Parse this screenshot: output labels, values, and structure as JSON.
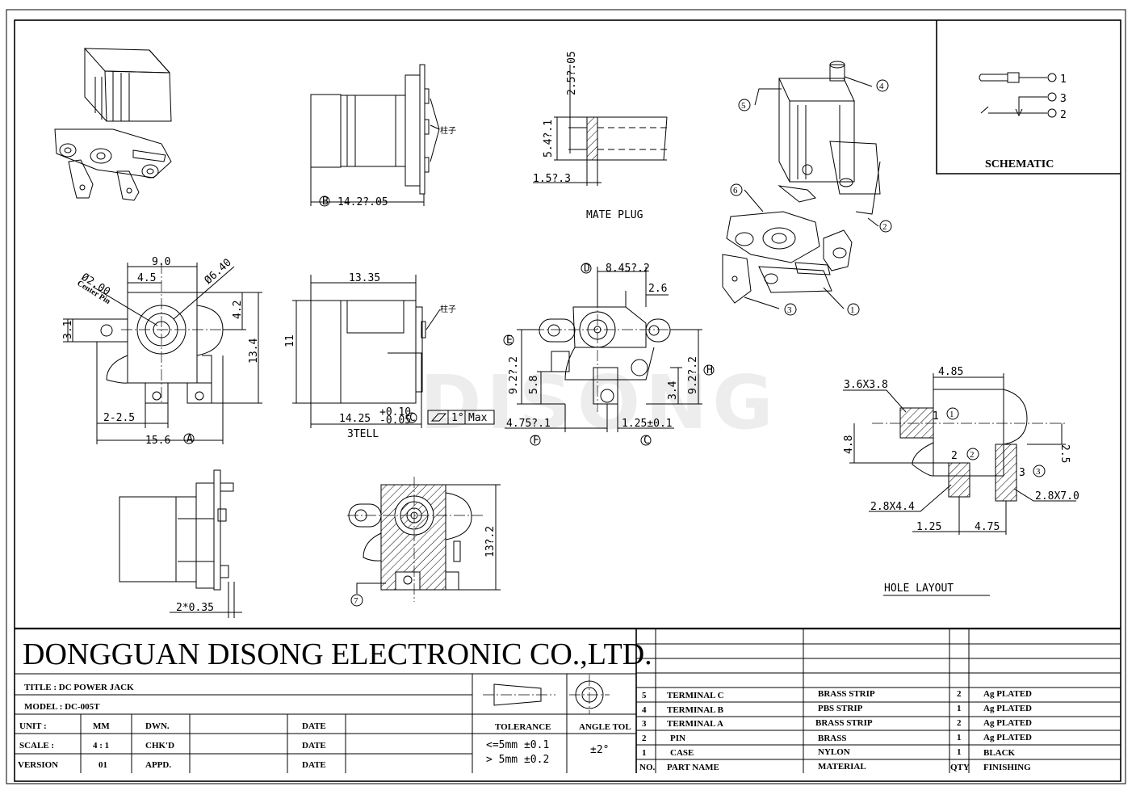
{
  "title_block": {
    "company": "DONGGUAN DISONG ELECTRONIC CO.,LTD.",
    "title_label": "TITLE : DC POWER JACK",
    "model_label": "MODEL : DC-005T",
    "unit_label": "UNIT :",
    "unit_value": "MM",
    "scale_label": "SCALE :",
    "scale_value": "4 : 1",
    "version_label": "VERSION",
    "version_value": "01",
    "dwn_label": "DWN.",
    "chkd_label": "CHK'D",
    "appd_label": "APPD.",
    "date_label": "DATE",
    "tolerance_header": "TOLERANCE",
    "tolerance_line1": "<=5mm ±0.1",
    "tolerance_line2": "> 5mm ±0.2",
    "angle_header": "ANGLE TOL",
    "angle_value": "±2°"
  },
  "parts_table": {
    "header": [
      "NO.",
      "PART NAME",
      "MATERIAL",
      "QTY",
      "FINISHING"
    ],
    "rows": [
      {
        "no": "5",
        "name": "TERMINAL C",
        "material": "BRASS STRIP",
        "qty": "2",
        "finish": "Ag PLATED"
      },
      {
        "no": "4",
        "name": "TERMINAL B",
        "material": "PBS STRIP",
        "qty": "1",
        "finish": "Ag PLATED"
      },
      {
        "no": "3",
        "name": "TERMINAL A",
        "material": "BRASS STRIP",
        "qty": "2",
        "finish": "Ag PLATED"
      },
      {
        "no": "2",
        "name": "PIN",
        "material": "BRASS",
        "qty": "1",
        "finish": "Ag PLATED"
      },
      {
        "no": "1",
        "name": "CASE",
        "material": "NYLON",
        "qty": "1",
        "finish": "BLACK"
      }
    ]
  },
  "schematic": {
    "title": "SCHEMATIC",
    "pin1": "1",
    "pin3": "3",
    "pin2": "2"
  },
  "labels": {
    "mate_plug": "MATE PLUG",
    "hole_layout": "HOLE LAYOUT",
    "watermark": "DISONG",
    "pillar_a": "柱子",
    "pillar_b": "柱子",
    "center_pin": "Center Pin",
    "three_tell": "3TELL",
    "mate_25": "2.5?.05",
    "mate_54": "5.4?.1",
    "mate_15": "1.5?.3",
    "side_142": "14.2?.05",
    "front_90": "9.0",
    "front_45": "4.5",
    "front_d2": "Ø2.00",
    "front_d64": "Ø6.40",
    "front_31": "3.1",
    "front_42": "4.2",
    "front_134": "13.4",
    "front_225": "2-2.5",
    "front_156": "15.6",
    "side_1335": "13.35",
    "side_11": "11",
    "side_1425": "14.25",
    "tol_plus": "+0.10",
    "tol_minus": "-0.05",
    "fcf_angle": "1°",
    "fcf_max": "Max",
    "bot_845": "8.45?.2",
    "bot_26": "2.6",
    "bot_92a": "9.2?.2",
    "bot_58": "5.8",
    "bot_34": "3.4",
    "bot_92b": "9.2?.2",
    "bot_475": "4.75?.1",
    "bot_125": "1.25±0.1",
    "side2_235": "2*0.35",
    "sect_132": "13?.2",
    "hole_485": "4.85",
    "hole_3638": "3.6X3.8",
    "hole_48": "4.8",
    "hole_25": "2.5",
    "hole_2844": "2.8X4.4",
    "hole_2870": "2.8X7.0",
    "hole_125": "1.25",
    "hole_475": "4.75",
    "hole_n1": "1",
    "hole_n2": "2",
    "hole_n3": "3",
    "datum_a": "A",
    "datum_b": "B",
    "datum_c": "C",
    "datum_d": "D",
    "datum_e": "E",
    "datum_f": "F",
    "datum_h": "H",
    "bal_1": "1",
    "bal_2": "2",
    "bal_3": "3",
    "bal_4": "4",
    "bal_5": "5",
    "bal_6": "6",
    "bal_7": "7"
  }
}
